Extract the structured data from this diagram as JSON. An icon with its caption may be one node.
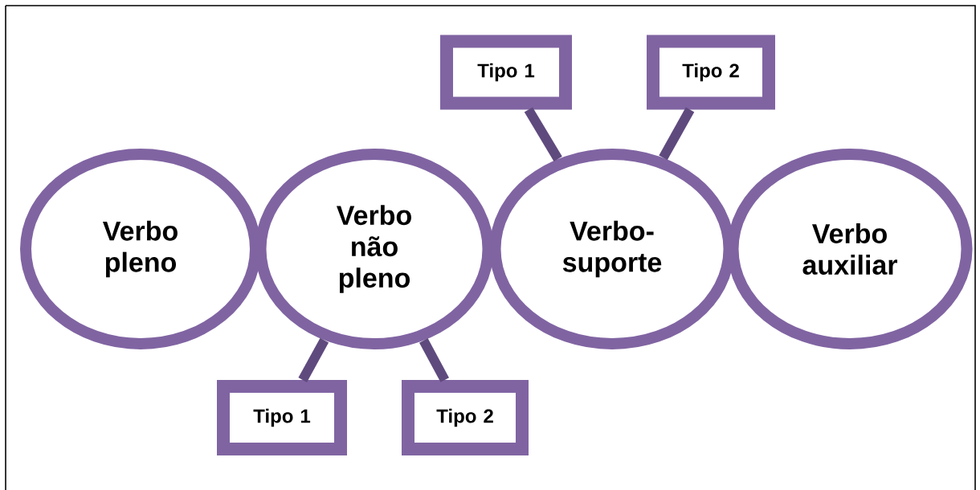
{
  "diagram": {
    "nodes": [
      {
        "text": [
          "Tipo 1"
        ]
      },
      {
        "text": [
          "Tipo 2"
        ]
      },
      {
        "text": [
          "Verbo pleno"
        ]
      },
      {
        "text": [
          "Verbo não pleno"
        ]
      },
      {
        "text": [
          "Verbo-suporte"
        ]
      },
      {
        "text": [
          "Verbo auxiliar"
        ]
      },
      {
        "text": [
          "Tipo 1"
        ]
      },
      {
        "text": [
          "Tipo 2"
        ]
      }
    ],
    "edges": [
      {
        "from": 0,
        "to": 4,
        "arrow": "none"
      },
      {
        "from": 1,
        "to": 4,
        "arrow": "none"
      },
      {
        "from": 6,
        "to": 3,
        "arrow": "none"
      },
      {
        "from": 7,
        "to": 3,
        "arrow": "none"
      }
    ]
  }
}
